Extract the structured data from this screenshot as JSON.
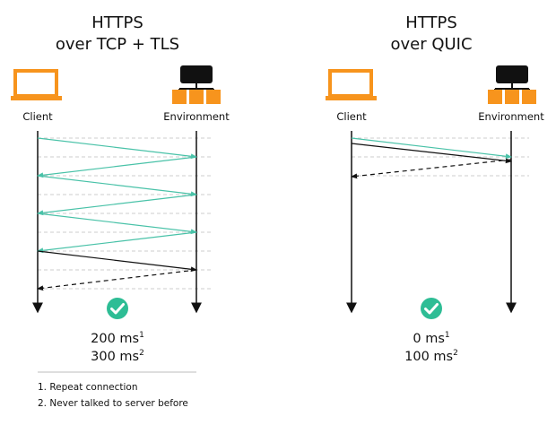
{
  "colors": {
    "accent_orange": "#f7941d",
    "teal": "#49c2a8",
    "check_green": "#2ebd95",
    "black": "#111111",
    "gray": "#cccccc",
    "footer_rule": "#bdbdbd"
  },
  "left_panel": {
    "title_line1": "HTTPS",
    "title_line2": "over TCP + TLS",
    "client_label": "Client",
    "environment_label": "Environment",
    "latency_repeat": "200 ms",
    "latency_repeat_sup": "1",
    "latency_new": "300 ms",
    "latency_new_sup": "2"
  },
  "right_panel": {
    "title_line1": "HTTPS",
    "title_line2": "over QUIC",
    "client_label": "Client",
    "environment_label": "Environment",
    "latency_repeat": "0 ms",
    "latency_repeat_sup": "1",
    "latency_new": "100 ms",
    "latency_new_sup": "2"
  },
  "footnotes": {
    "note1": "1. Repeat connection",
    "note2": "2. Never talked to server before"
  },
  "icons": {
    "client": "laptop-icon",
    "environment": "server-network-icon",
    "success": "check-circle-icon"
  }
}
